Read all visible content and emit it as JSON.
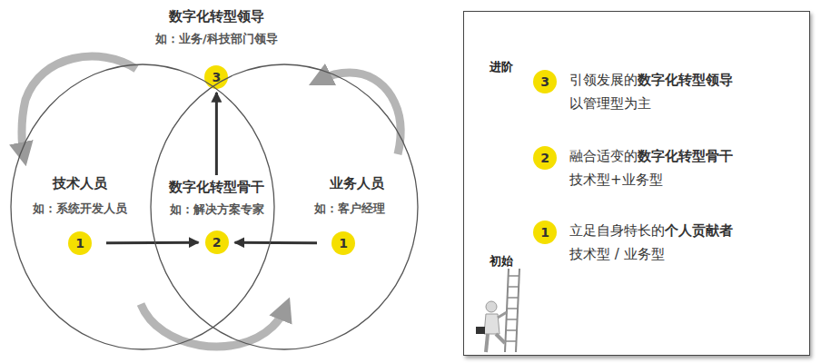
{
  "diagram": {
    "nodes": [
      {
        "text": [
          "数字化转型领导",
          "如：业务/科技部门领导",
          "3"
        ]
      },
      {
        "text": [
          "技术人员",
          "如：系统开发人员"
        ]
      },
      {
        "text": [
          "1"
        ],
        "in": 1
      },
      {
        "text": [
          "数字化转型骨干",
          "如：解决方案专家",
          "2"
        ]
      },
      {
        "text": [
          "业务人员",
          "如：客户经理"
        ]
      },
      {
        "text": [
          "1"
        ],
        "in": 4
      },
      {
        "text": [
          "进阶",
          "初始"
        ]
      },
      {
        "text": [
          "3",
          "引领发展的",
          "数字化转型领导",
          "以管理型为主"
        ],
        "in": 6
      },
      {
        "text": [
          "2",
          "融合适变的",
          "数字化转型骨干",
          "技术型+业务型"
        ],
        "in": 6
      },
      {
        "text": [
          "1",
          "立足自身特长的",
          "个人贡献者",
          "技术型 / 业务型"
        ],
        "in": 6
      }
    ],
    "edges": [
      {
        "from": 2,
        "to": 3,
        "arrow": "to"
      },
      {
        "from": 5,
        "to": 3,
        "arrow": "to"
      },
      {
        "from": 3,
        "to": 0,
        "arrow": "to"
      }
    ]
  }
}
